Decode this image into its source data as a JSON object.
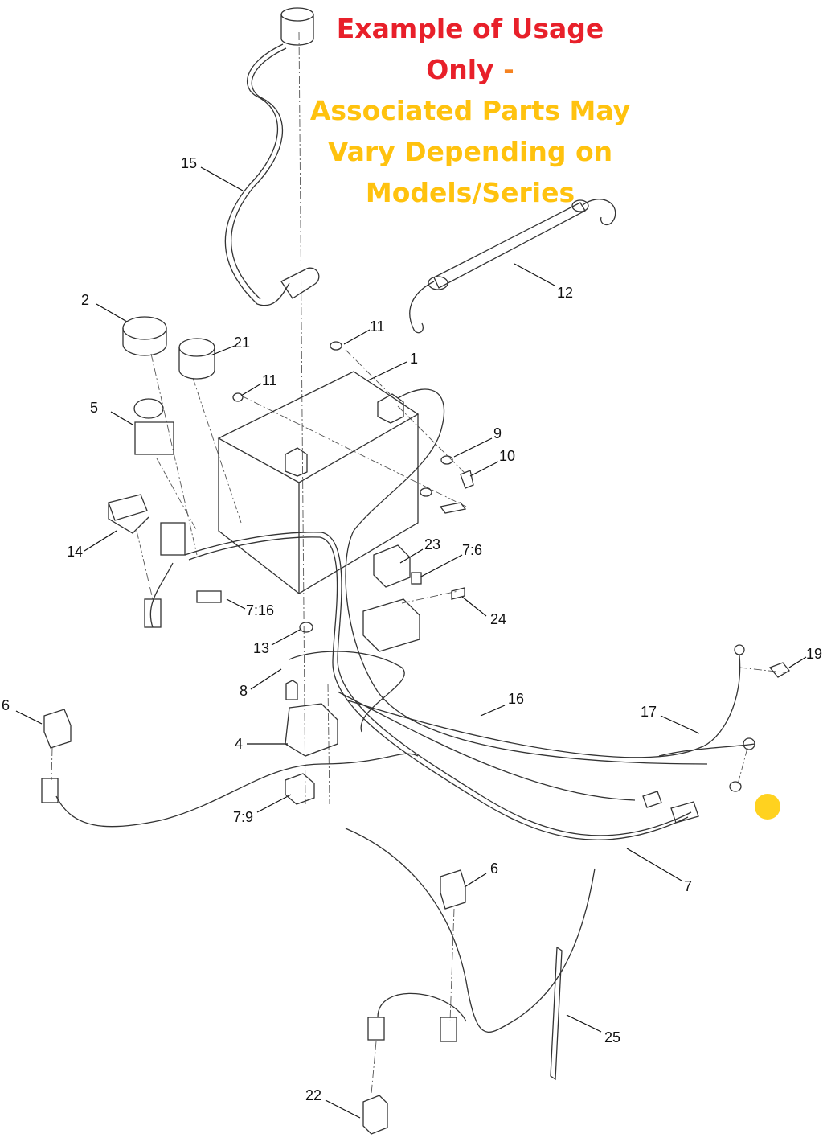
{
  "notice": {
    "line1": "Example of Usage Only",
    "dash": "-",
    "line2": "Associated Parts May",
    "line3": "Vary Depending on",
    "line4": "Models/Series",
    "colors": {
      "red": "#e8202a",
      "orange": "#f58220",
      "yellow": "#ffc20e"
    }
  },
  "callouts": [
    "15",
    "2",
    "21",
    "11",
    "1",
    "11",
    "5",
    "12",
    "9",
    "10",
    "23",
    "7:6",
    "14",
    "7:16",
    "24",
    "13",
    "19",
    "8",
    "16",
    "17",
    "6",
    "4",
    "7:9",
    "6",
    "7",
    "25",
    "22"
  ],
  "highlight_color": "#ffd21f"
}
